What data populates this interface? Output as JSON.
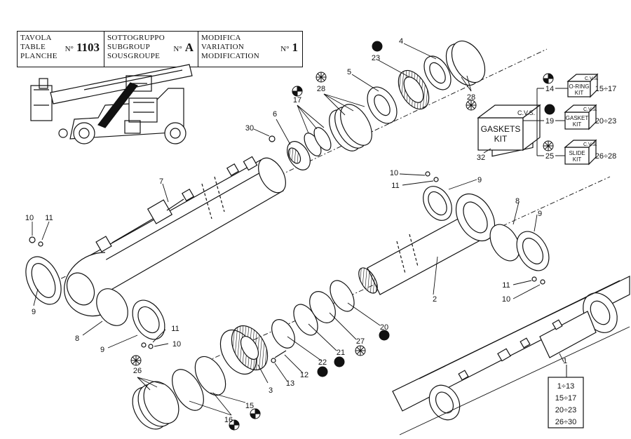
{
  "header": {
    "table": {
      "labels": [
        "TAVOLA",
        "TABLE",
        "PLANCHE"
      ],
      "no_prefix": "N°",
      "value": "1103"
    },
    "subgroup": {
      "labels": [
        "SOTTOGRUPPO",
        "SUBGROUP",
        "SOUSGROUPE"
      ],
      "no_prefix": "N°",
      "value": "A"
    },
    "modification": {
      "labels": [
        "MODIFICA",
        "VARIATION",
        "MODIFICATION"
      ],
      "no_prefix": "N°",
      "value": "1"
    }
  },
  "kits": {
    "gaskets_kit": {
      "line1": "GASKETS",
      "line2": "KIT",
      "brand": "C.V.S.",
      "ref": "32"
    },
    "oring_kit": {
      "line1": "O-RING",
      "line2": "KIT",
      "brand": "C.V.S.",
      "ref": "14",
      "range": "15÷17"
    },
    "gasket_kit": {
      "line1": "GASKET",
      "line2": "KIT",
      "brand": "C.V.S.",
      "ref": "19",
      "range": "20÷23"
    },
    "slide_kit": {
      "line1": "SLIDE",
      "line2": "KIT",
      "brand": "C.V.S.",
      "ref": "25",
      "range": "26÷28"
    }
  },
  "callouts": {
    "p23": "23",
    "p4": "4",
    "p5": "5",
    "p28a": "28",
    "p28b": "28",
    "p17": "17",
    "p6": "6",
    "p30": "30",
    "p7": "7",
    "p10a": "10",
    "p11a": "11",
    "p9a": "9",
    "p8a": "8",
    "p9b": "9",
    "p11b": "11",
    "p10b": "10",
    "p26": "26",
    "p15": "15",
    "p16": "16",
    "p3": "3",
    "p13": "13",
    "p12": "12",
    "p22": "22",
    "p21": "21",
    "p27": "27",
    "p20": "20",
    "p2": "2",
    "p10c": "10",
    "p11c": "11",
    "p9c": "9",
    "p8b": "8",
    "p9d": "9",
    "p11d": "11",
    "p10d": "10",
    "p1": "1"
  },
  "assembly_box": {
    "rows": [
      "1÷13",
      "15÷17",
      "20÷23",
      "26÷30"
    ]
  },
  "legend_icons": {
    "filled": "filled-circle-icon",
    "half": "half-filled-circle-icon",
    "asterisk": "asterisk-circle-icon"
  }
}
